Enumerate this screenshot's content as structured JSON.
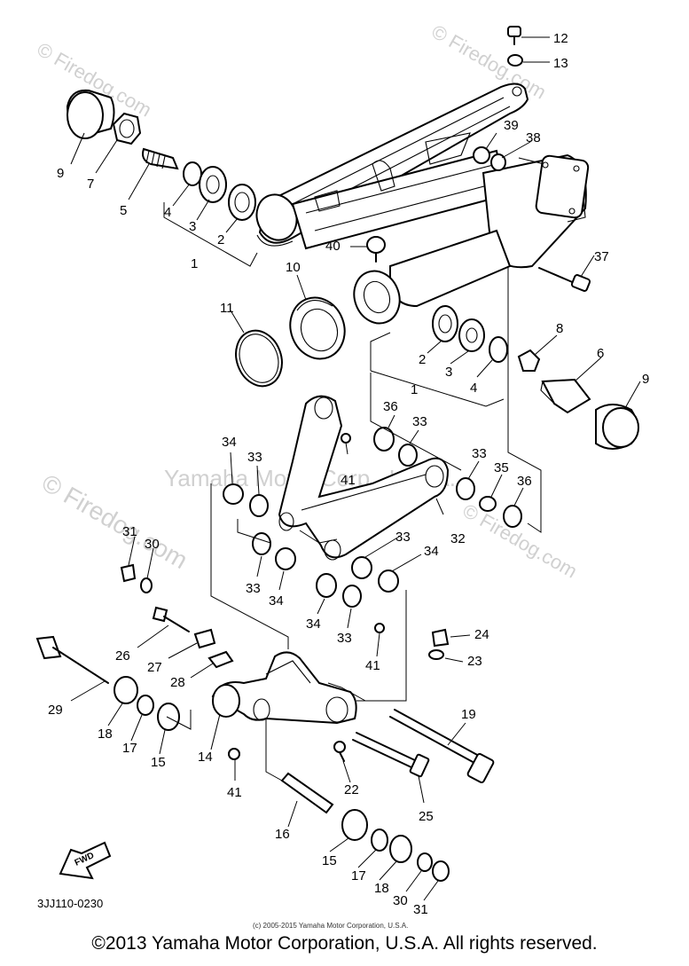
{
  "watermarks": {
    "top_left": "© Firedog.com",
    "top_right": "© Firedog.com",
    "middle_left": "© Firedog.com",
    "right_side": "© Firedog.com",
    "center": "Yamaha Motor Corp., U.S.A."
  },
  "labels": {
    "p12": "12",
    "p13": "13",
    "p9a": "9",
    "p7": "7",
    "p5": "5",
    "p4a": "4",
    "p3a": "3",
    "p2a": "2",
    "p1a": "1",
    "p39": "39",
    "p38": "38",
    "p40": "40",
    "p37": "37",
    "p10": "10",
    "p11": "11",
    "p8": "8",
    "p6": "6",
    "p9b": "9",
    "p2b": "2",
    "p3b": "3",
    "p1b": "1",
    "p4b": "4",
    "p36a": "36",
    "p33a": "33",
    "p34a": "34",
    "p33b": "33",
    "p41a": "41",
    "p33c": "33",
    "p35": "35",
    "p36b": "36",
    "p32": "32",
    "p31a": "31",
    "p30a": "30",
    "p33d": "33",
    "p34b": "34",
    "p33e": "33",
    "p34c": "34",
    "p34d": "34",
    "p33f": "33",
    "p26": "26",
    "p27": "27",
    "p28": "28",
    "p41b": "41",
    "p24": "24",
    "p23": "23",
    "p29": "29",
    "p18a": "18",
    "p17a": "17",
    "p15a": "15",
    "p14": "14",
    "p19": "19",
    "p41c": "41",
    "p22": "22",
    "p25": "25",
    "p16": "16",
    "p15b": "15",
    "p17b": "17",
    "p18b": "18",
    "p30b": "30",
    "p31b": "31"
  },
  "fwd_label": "FWD",
  "diagram_code": "3JJ110-0230",
  "small_copyright": "(c) 2005-2015 Yamaha Motor Corporation, U.S.A.",
  "footer": "©2013 Yamaha Motor Corporation, U.S.A. All rights reserved."
}
